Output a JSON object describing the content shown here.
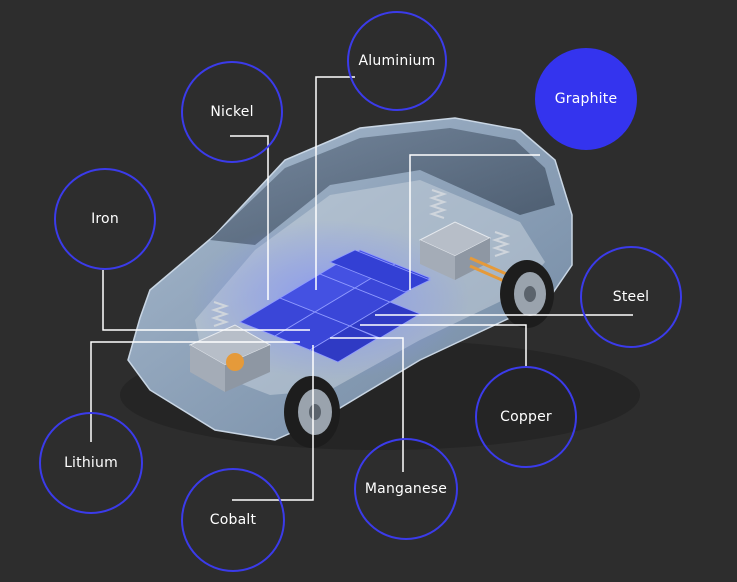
{
  "materials": [
    {
      "id": "aluminium",
      "label": "Aluminium",
      "highlighted": false
    },
    {
      "id": "graphite",
      "label": "Graphite",
      "highlighted": true
    },
    {
      "id": "nickel",
      "label": "Nickel",
      "highlighted": false
    },
    {
      "id": "iron",
      "label": "Iron",
      "highlighted": false
    },
    {
      "id": "steel",
      "label": "Steel",
      "highlighted": false
    },
    {
      "id": "copper",
      "label": "Copper",
      "highlighted": false
    },
    {
      "id": "lithium",
      "label": "Lithium",
      "highlighted": false
    },
    {
      "id": "manganese",
      "label": "Manganese",
      "highlighted": false
    },
    {
      "id": "cobalt",
      "label": "Cobalt",
      "highlighted": false
    }
  ],
  "colors": {
    "background": "#2d2d2d",
    "bubble_outline": "#3b3bea",
    "bubble_fill_highlight": "#3434ee",
    "battery": "#3a46d8",
    "car_body": "#8ea3bb",
    "leader_line": "#ffffff"
  }
}
